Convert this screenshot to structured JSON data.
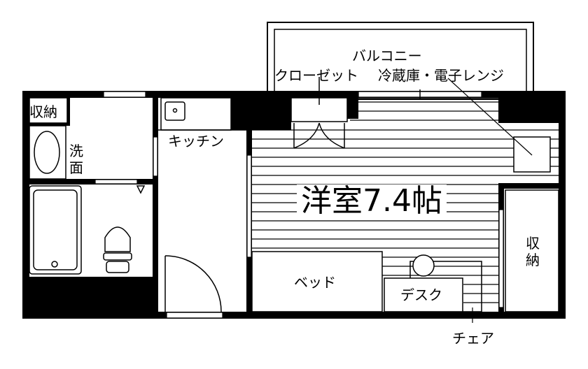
{
  "floorplan": {
    "room_main": "洋室7.4帖",
    "balcony": "バルコニー",
    "closet_label": "クローゼット",
    "fridge_range_label": "冷蔵庫・電子レンジ",
    "storage_small": "収納",
    "washroom": "洗面",
    "kitchen": "キッチン",
    "storage_right": "収納",
    "bed": "ベッド",
    "desk": "デスク",
    "chair": "チェア"
  }
}
